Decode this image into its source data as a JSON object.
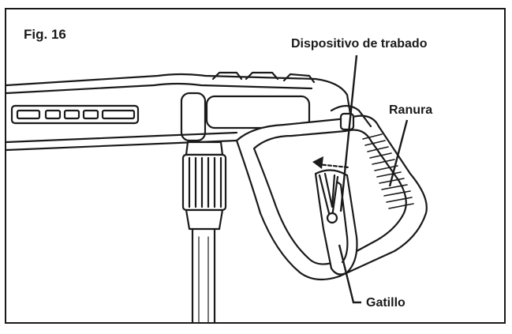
{
  "figure": {
    "title": "Fig. 16"
  },
  "callouts": {
    "locking_device": "Dispositivo de trabado",
    "slot": "Ranura",
    "trigger": "Gatillo"
  },
  "colors": {
    "ink": "#1a1a1a",
    "background": "#ffffff",
    "shading": "#d0d0d0"
  }
}
